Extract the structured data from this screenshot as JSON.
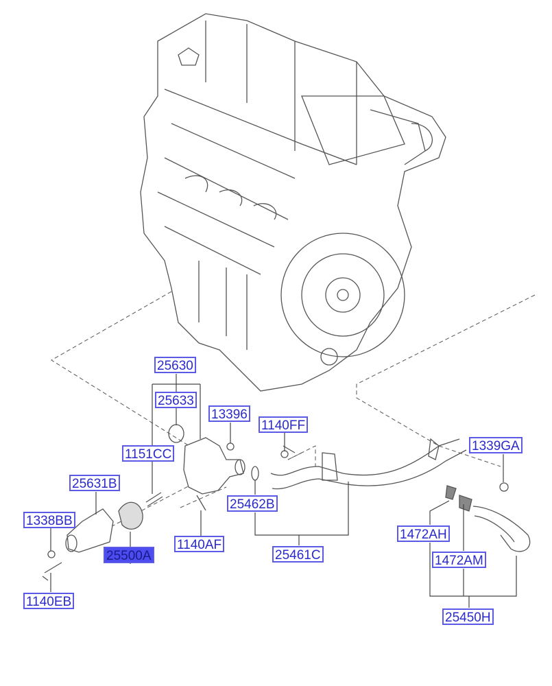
{
  "diagram": {
    "title": "Engine cooling - thermostat and water pipe",
    "highlight_color": "#4c4cf0",
    "label_color": "#2a2acc",
    "parts": [
      {
        "id": "25630"
      },
      {
        "id": "25633"
      },
      {
        "id": "13396"
      },
      {
        "id": "1140FF"
      },
      {
        "id": "1151CC"
      },
      {
        "id": "1339GA"
      },
      {
        "id": "25631B"
      },
      {
        "id": "25462B"
      },
      {
        "id": "1338BB"
      },
      {
        "id": "25500A",
        "selected": true
      },
      {
        "id": "1140AF"
      },
      {
        "id": "25461C"
      },
      {
        "id": "1472AH"
      },
      {
        "id": "1472AM"
      },
      {
        "id": "1140EB"
      },
      {
        "id": "25450H"
      }
    ]
  }
}
